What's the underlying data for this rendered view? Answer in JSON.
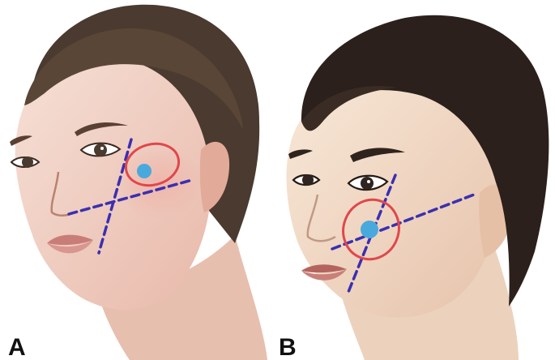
{
  "panels": [
    {
      "label": "A",
      "view": "oblique"
    },
    {
      "label": "B",
      "view": "three-quarter"
    }
  ],
  "colors": {
    "guide_line": "#3b2fb0",
    "target_ellipse": "#e0474c",
    "injection_point": "#4aa9dc",
    "hair_a": "#4a3a2f",
    "hair_b": "#2b201b",
    "skin_a": "#f2d3c6",
    "skin_b": "#f3dcc7",
    "lips": "#c97d78"
  },
  "icons": {
    "guide_line": "dashed-line-icon",
    "target_zone": "ellipse-outline-icon",
    "injection_point": "dot-icon"
  }
}
